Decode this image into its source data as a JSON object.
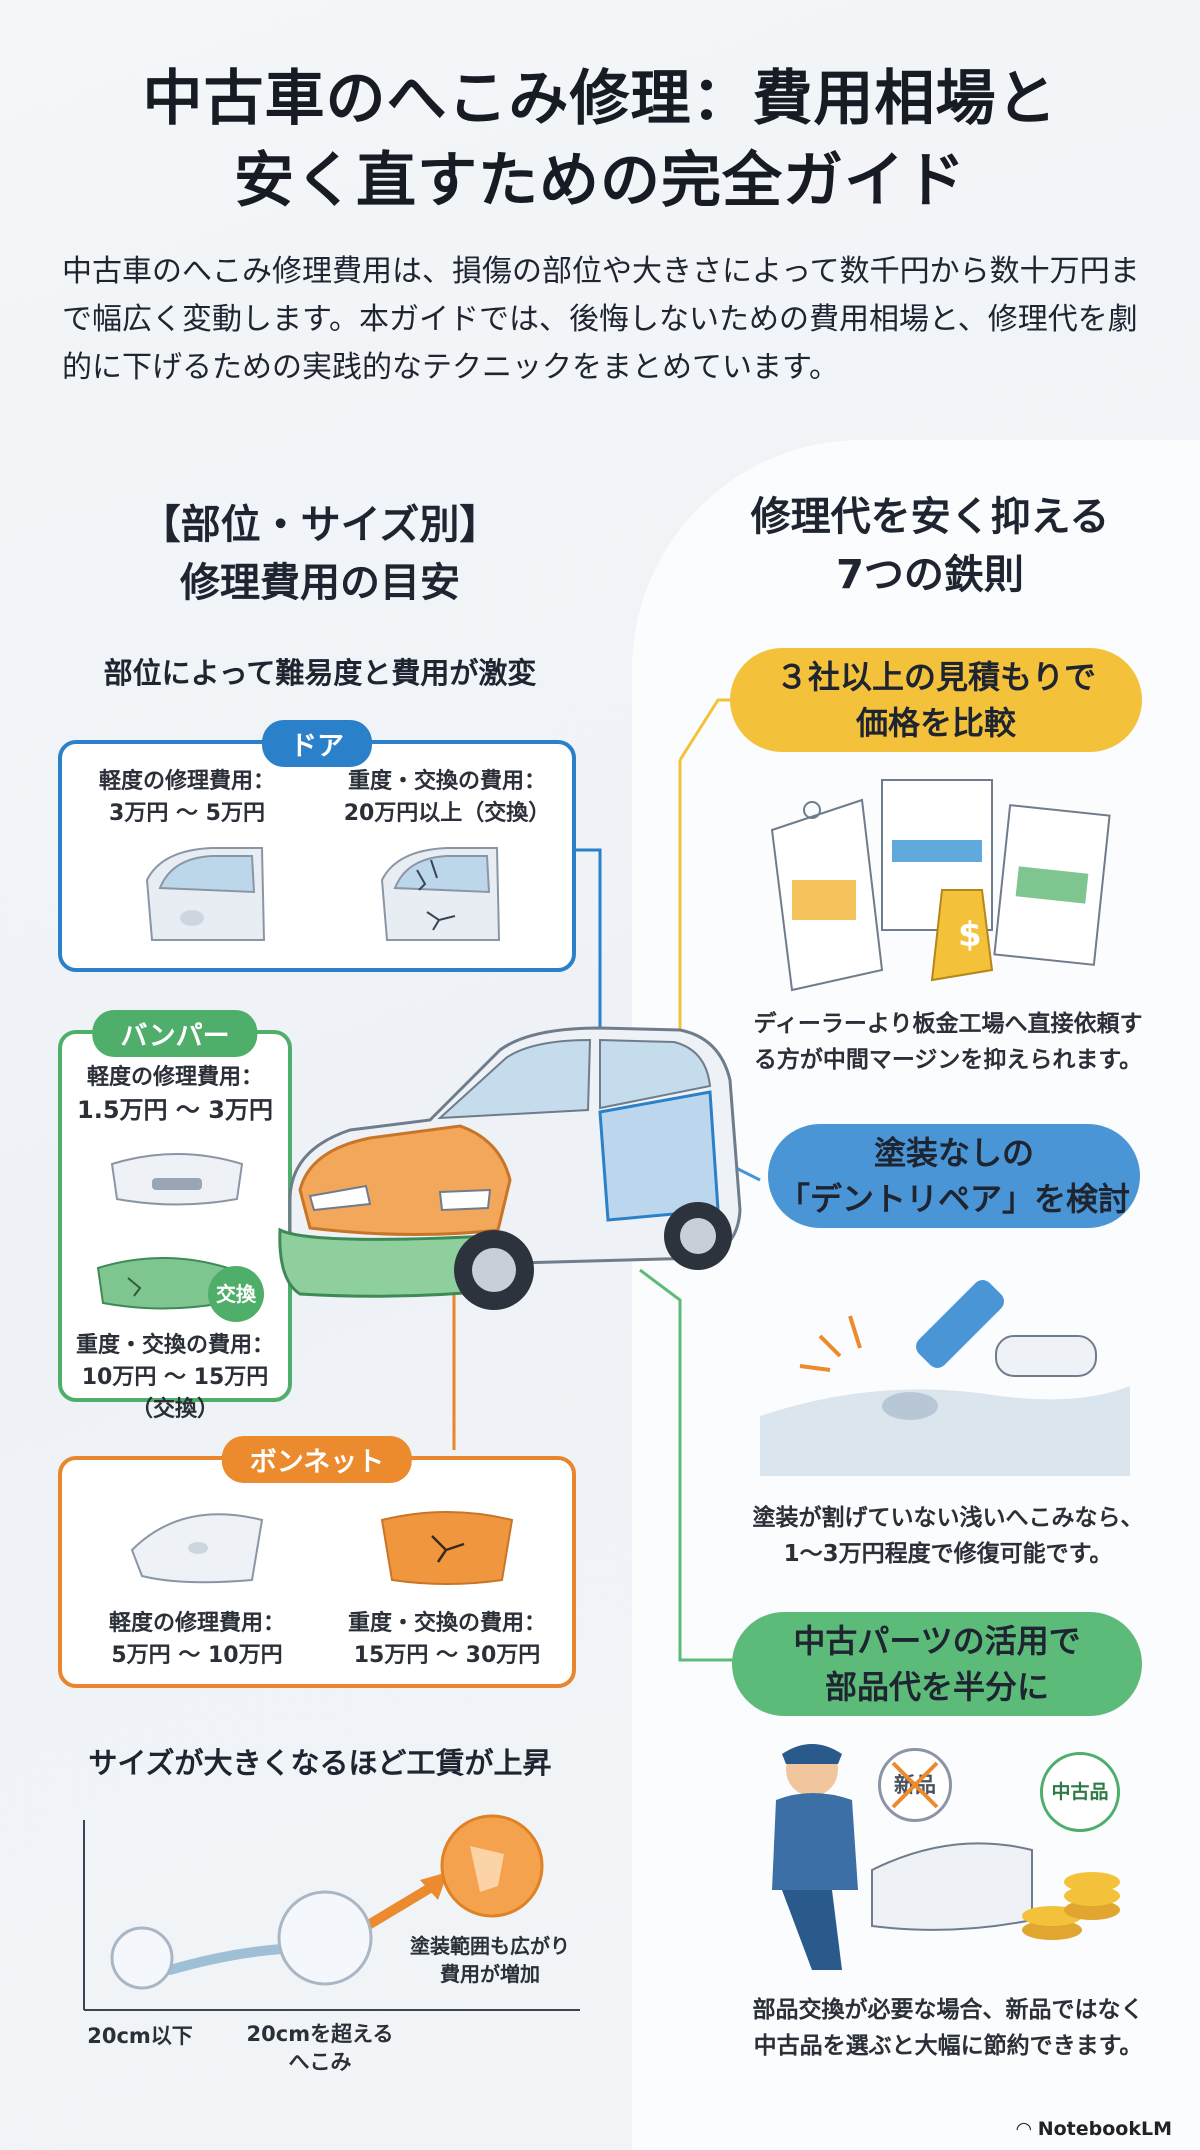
{
  "header": {
    "title_line1": "中古車のへこみ修理：費用相場と",
    "title_line2": "安く直すための完全ガイド",
    "intro": "中古車のへこみ修理費用は、損傷の部位や大きさによって数千円から数十万円まで幅広く変動します。本ガイドでは、後悔しないための費用相場と、修理代を劇的に下げるための実践的なテクニックをまとめています。"
  },
  "left": {
    "heading_line1": "【部位・サイズ別】",
    "heading_line2": "修理費用の目安",
    "subheading": "部位によって難易度と費用が激変",
    "door": {
      "tag": "ドア",
      "light_label": "軽度の修理費用：",
      "light_price": "3万円 ～ 5万円",
      "heavy_label": "重度・交換の費用：",
      "heavy_price": "20万円以上（交換）"
    },
    "bumper": {
      "tag": "バンパー",
      "light_label": "軽度の修理費用：",
      "light_price": "1.5万円 ～ 3万円",
      "replace_badge": "交換",
      "heavy_label": "重度・交換の費用：",
      "heavy_price": "10万円 ～ 15万円（交換）"
    },
    "bonnet": {
      "tag": "ボンネット",
      "light_label": "軽度の修理費用：",
      "light_price": "5万円 ～ 10万円",
      "heavy_label": "重度・交換の費用：",
      "heavy_price": "15万円 ～ 30万円"
    },
    "size": {
      "title": "サイズが大きくなるほど工賃が上昇",
      "small_label": "20cm以下",
      "large_label_line1": "20cmを超える",
      "large_label_line2": "へこみ",
      "note_line1": "塗装範囲も広がり",
      "note_line2": "費用が増加"
    }
  },
  "right": {
    "heading_line1": "修理代を安く抑える",
    "heading_line2": "7つの鉄則",
    "rules": [
      {
        "title_line1": "３社以上の見積もりで",
        "title_line2": "価格を比較",
        "text_line1": "ディーラーより板金工場へ直接依頼す",
        "text_line2": "る方が中間マージンを抑えられます。",
        "color": "#f3c23a"
      },
      {
        "title_line1": "塗装なしの",
        "title_line2": "「デントリペア」を検討",
        "text_line1": "塗装が割げていない浅いへこみなら、",
        "text_line2": "1～3万円程度で修復可能です。",
        "color": "#4a95d6"
      },
      {
        "title_line1": "中古パーツの活用で",
        "title_line2": "部品代を半分に",
        "text_line1": "部品交換が必要な場合、新品ではなく",
        "text_line2": "中古品を選ぶと大幅に節約できます。",
        "color": "#5dbb7a"
      }
    ],
    "new_label": "新品",
    "used_label": "中古品"
  },
  "footer": {
    "logo": "NotebookLM"
  }
}
